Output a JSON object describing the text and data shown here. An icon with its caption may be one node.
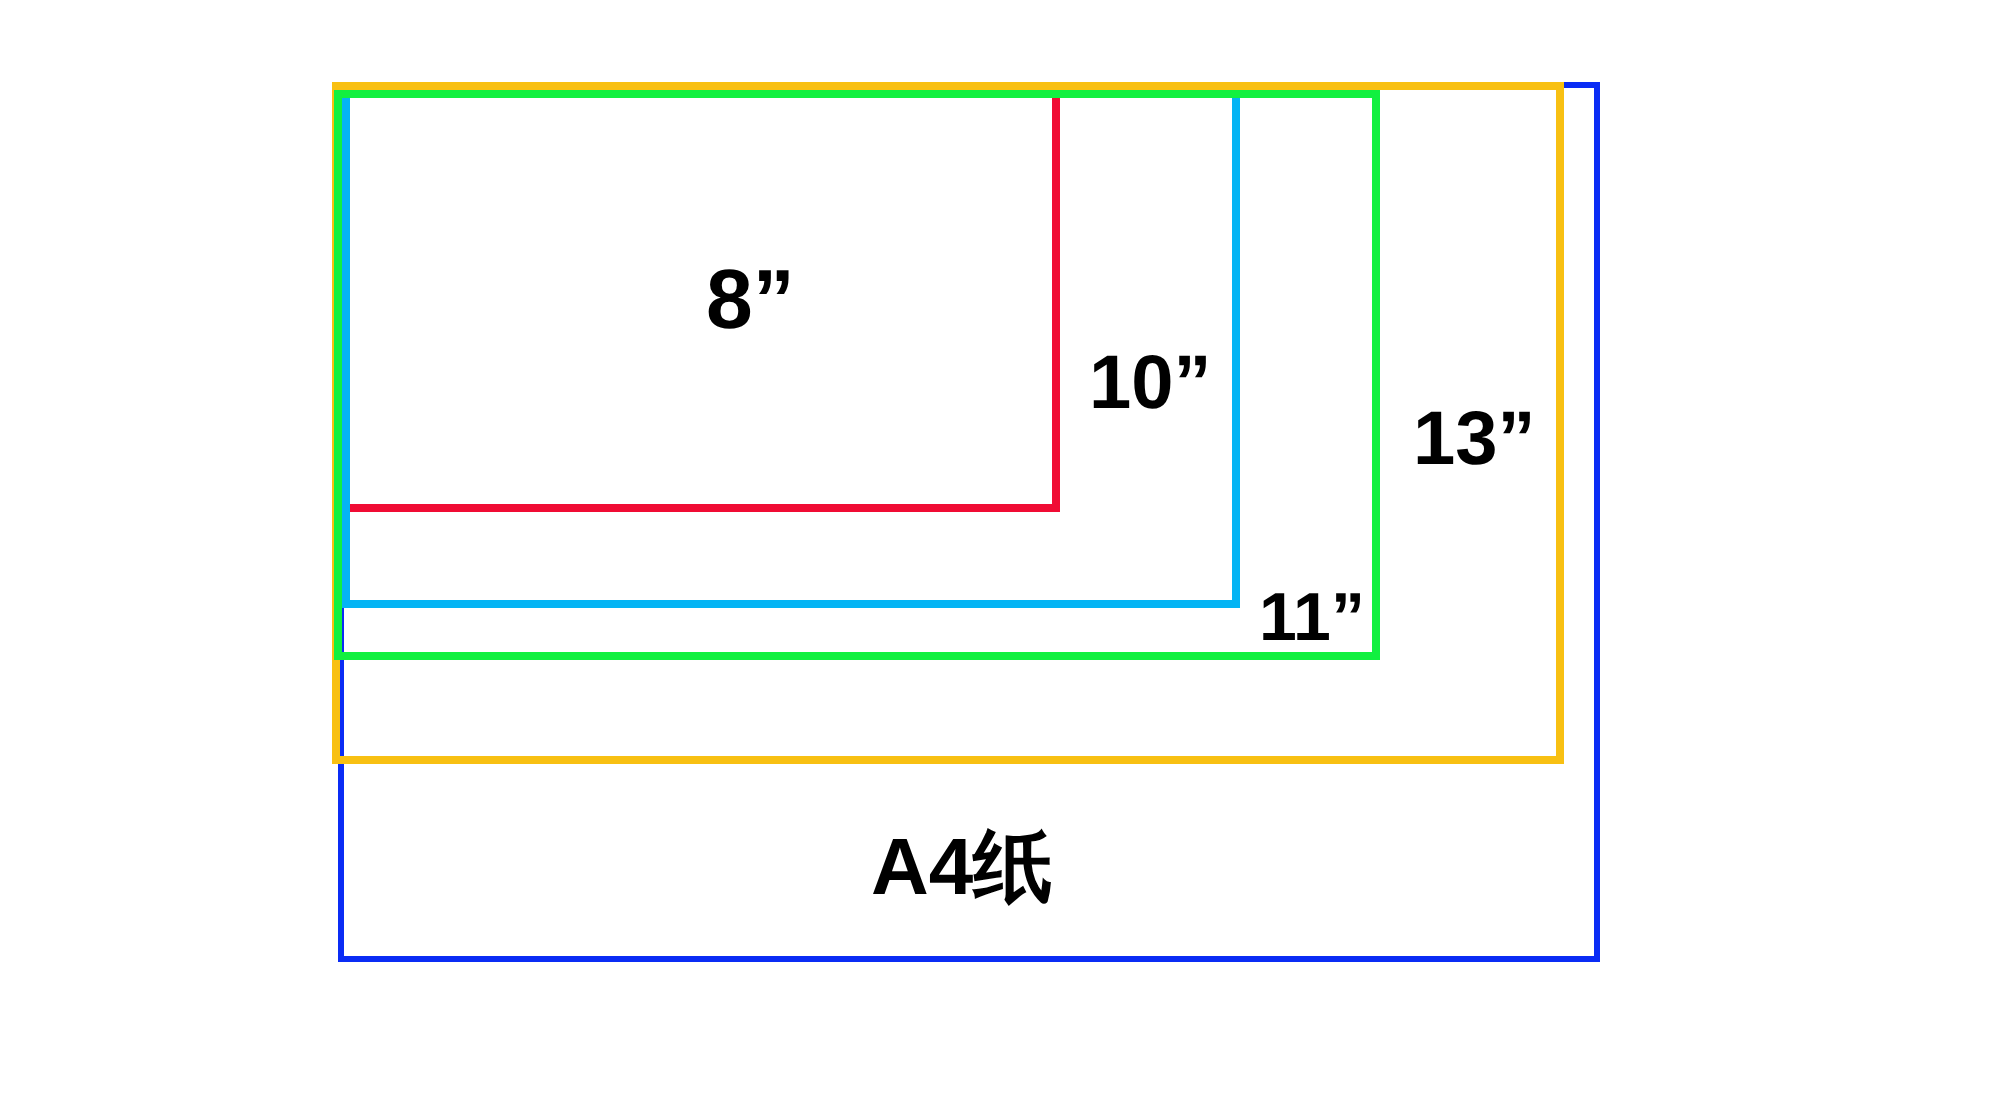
{
  "diagram": {
    "nodes": [
      {
        "text": [
          "A4纸"
        ]
      },
      {
        "text": [
          "13”"
        ],
        "in": 0
      },
      {
        "text": [
          "11”"
        ],
        "in": 1
      },
      {
        "text": [
          "10”"
        ],
        "in": 2
      },
      {
        "text": [
          "8”"
        ],
        "in": 3
      }
    ]
  }
}
